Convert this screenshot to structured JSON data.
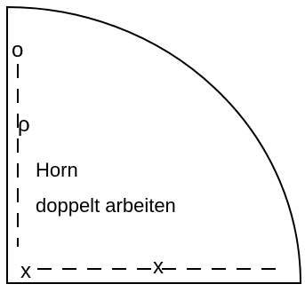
{
  "diagram": {
    "label_line1": "Horn",
    "label_line2": "doppelt arbeiten",
    "marks": {
      "top_o": "o",
      "mid_o": "ρ",
      "corner_x": "x",
      "bottom_x": "x"
    }
  }
}
